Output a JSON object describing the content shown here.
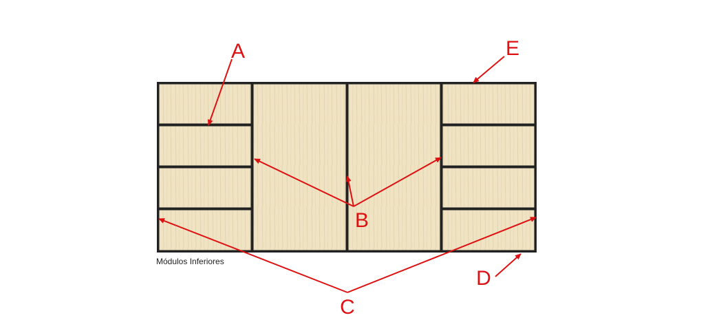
{
  "caption": "Módulos Inferiores",
  "colors": {
    "wood": "#efe3c4",
    "panel_border": "#222222",
    "annotation": "#dd1111"
  },
  "labels": {
    "a": "A",
    "b": "B",
    "c": "C",
    "d": "D",
    "e": "E"
  }
}
